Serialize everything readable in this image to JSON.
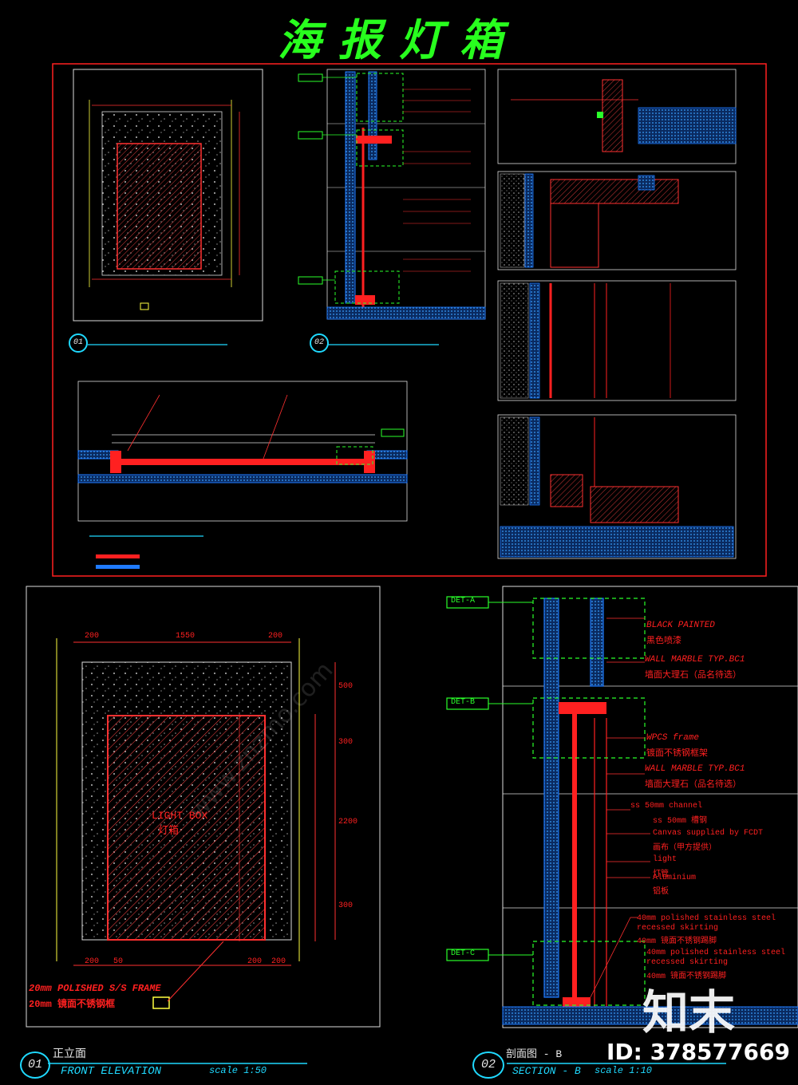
{
  "title": "海报灯箱",
  "colors": {
    "frame": "#ff2020",
    "wall": "#1f7bff",
    "dim": "#ffff40",
    "callout": "#2aff2a",
    "bg": "#000000"
  },
  "views": {
    "front_elevation": {
      "number": "01",
      "title_cn": "正立面",
      "title_en": "FRONT ELEVATION",
      "scale": "scale 1:50",
      "box_label_en": "LIGHT BOX",
      "box_label_cn": "灯箱",
      "note_en": "20mm POLISHED S/S FRAME",
      "note_cn": "20mm 镜面不锈钢框",
      "dims_top": [
        "200",
        "1550",
        "200"
      ],
      "dims_bottom": [
        "200",
        "50",
        "200",
        "200"
      ],
      "dims_right": [
        "500",
        "300",
        "2200",
        "300"
      ]
    },
    "section_b": {
      "number": "02",
      "title_cn": "剖面图 - B",
      "title_en": "SECTION - B",
      "scale": "scale 1:10",
      "callouts": [
        "DET-A",
        "DET-B",
        "DET-C"
      ],
      "notes": [
        "BLACK PAINTED",
        "黑色喷漆",
        "WALL MARBLE  TYP.BC1",
        "墙面大理石（品名待选）",
        "WPCS frame",
        "镀面不锈钢框架",
        "WALL MARBLE  TYP.BC1",
        "墙面大理石（品名待选）",
        "ss 50mm channel",
        "ss 50mm 槽钢",
        "Canvas supplied by FCDT",
        "画布（甲方提供）",
        "light",
        "灯管",
        "Aluminium",
        "铝板",
        "40mm polished stainless steel",
        "recessed skirting",
        "40mm 镜面不锈钢踢脚",
        "40mm polished stainless steel",
        "recessed skirting",
        "40mm 镜面不锈钢踢脚"
      ]
    }
  },
  "watermark": {
    "brand": "知末",
    "id_text": "ID: 378577669",
    "site": "www.znzmo.com"
  }
}
